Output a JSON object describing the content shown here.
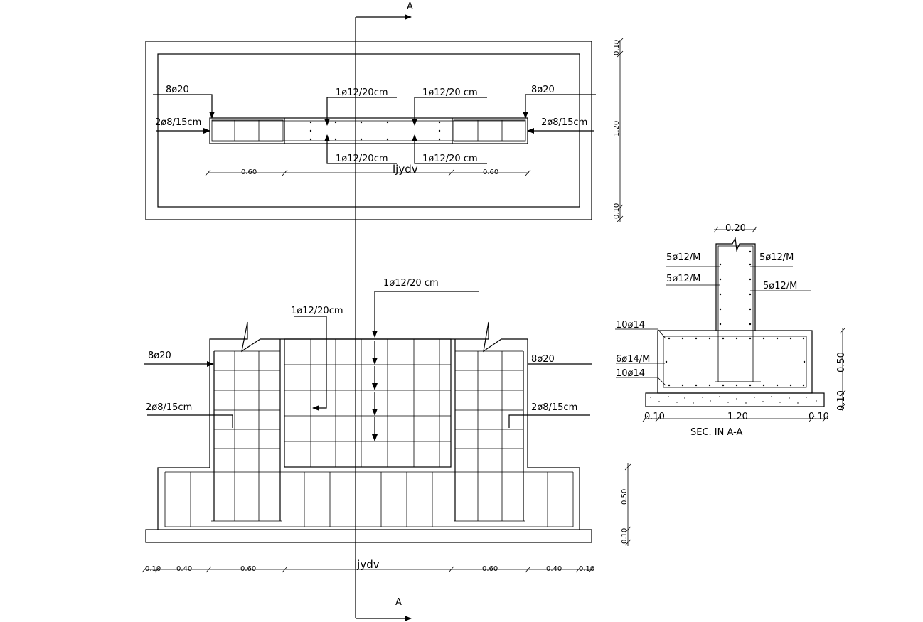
{
  "section_marker": {
    "top": "A",
    "bottom": "A"
  },
  "plan": {
    "left_top_bar": "8ø20",
    "right_top_bar": "8ø20",
    "left_stirrup": "2ø8/15cm",
    "right_stirrup": "2ø8/15cm",
    "top_mid_a": "1ø12/20cm",
    "top_mid_b": "1ø12/20 cm",
    "bot_mid_a": "1ø12/20cm",
    "bot_mid_b": "1ø12/20 cm",
    "dim_left": "0.60",
    "dim_right": "0.60",
    "beam_name": "ljydv",
    "dim_v_top": "0.10",
    "dim_v_mid": "1.20",
    "dim_v_bot": "0.10"
  },
  "elevation": {
    "vertical_bar_label": "1ø12/20 cm",
    "mid_bar_label": "1ø12/20cm",
    "left_top_bar": "8ø20",
    "right_top_bar": "8ø20",
    "left_stirrup": "2ø8/15cm",
    "right_stirrup": "2ø8/15cm",
    "beam_name": "ljydv",
    "dims": [
      "0.10",
      "0.40",
      "0.60",
      "0.60",
      "0.40",
      "0.10"
    ],
    "dim_v_top": "0.50",
    "dim_v_bot": "0.10"
  },
  "section": {
    "col_width": "0.20",
    "l1": "5ø12/M",
    "l2": "5ø12/M",
    "r1": "5ø12/M",
    "r2": "5ø12/M",
    "top_bars": "10ø14",
    "mid_bars": "6ø14/M",
    "bot_bars": "10ø14",
    "dim_left": "0.10",
    "dim_mid": "1.20",
    "dim_right": "0.10",
    "dim_v_top": "0.50",
    "dim_v_bot": "0.10",
    "title": "SEC. IN A-A"
  }
}
